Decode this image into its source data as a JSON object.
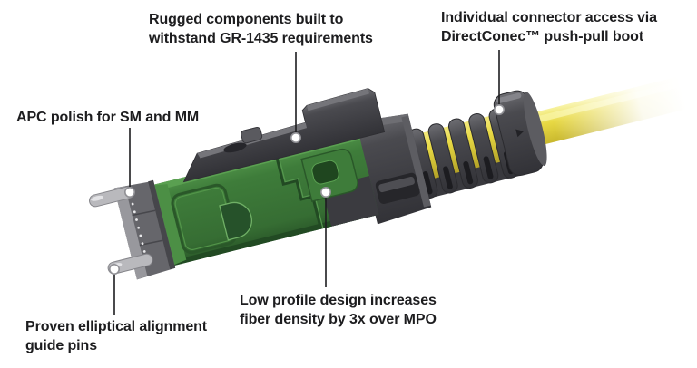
{
  "callouts": {
    "rugged": {
      "line1": "Rugged components built to",
      "line2": "withstand GR-1435 requirements"
    },
    "access": {
      "line1": "Individual connector access via",
      "line2": "DirectConec™ push-pull boot"
    },
    "apc": {
      "line1": "APC polish for SM and MM"
    },
    "pins": {
      "line1": "Proven elliptical alignment",
      "line2": "guide pins"
    },
    "profile": {
      "line1": "Low profile design increases",
      "line2": "fiber density by 3x over MPO"
    }
  },
  "colors": {
    "background": "#ffffff",
    "text": "#1d1d1f",
    "leader_line": "#1d1d1f",
    "callout_dot_fill": "#ffffff",
    "callout_dot_stroke": "#909095",
    "body_green": "#3e7c3a",
    "body_green_light": "#5aa051",
    "body_green_dark": "#2a5829",
    "housing_gray": "#4a4a4f",
    "housing_gray_dark": "#323237",
    "housing_gray_light": "#77777c",
    "ferrule_gray": "#66666b",
    "pin_silver": "#b9b9bd",
    "cable_yellow": "#e8d944",
    "cable_yellow_light": "#f7f29a"
  }
}
